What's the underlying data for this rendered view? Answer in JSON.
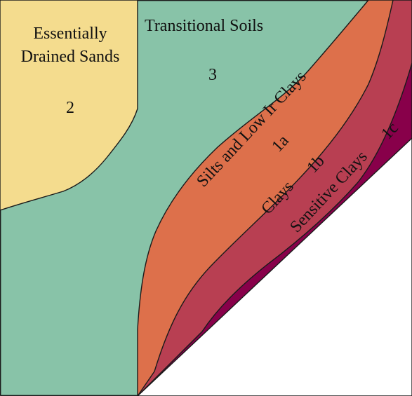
{
  "regions": [
    {
      "key": "sands",
      "label_lines": [
        "Essentially",
        "Drained Sands"
      ],
      "id": "2",
      "color": "#f4dc8e"
    },
    {
      "key": "transitional",
      "label": "Transitional Soils",
      "id": "3",
      "color": "#88c3a8"
    },
    {
      "key": "silts",
      "label": "Silts and Low Ir Clays",
      "id": "1a",
      "color": "#dd704b"
    },
    {
      "key": "clays",
      "label": "Clays",
      "id": "1b",
      "color": "#b83f52"
    },
    {
      "key": "sensitive",
      "label": "Sensitive Clays",
      "id": "1c",
      "color": "#88004a"
    }
  ]
}
